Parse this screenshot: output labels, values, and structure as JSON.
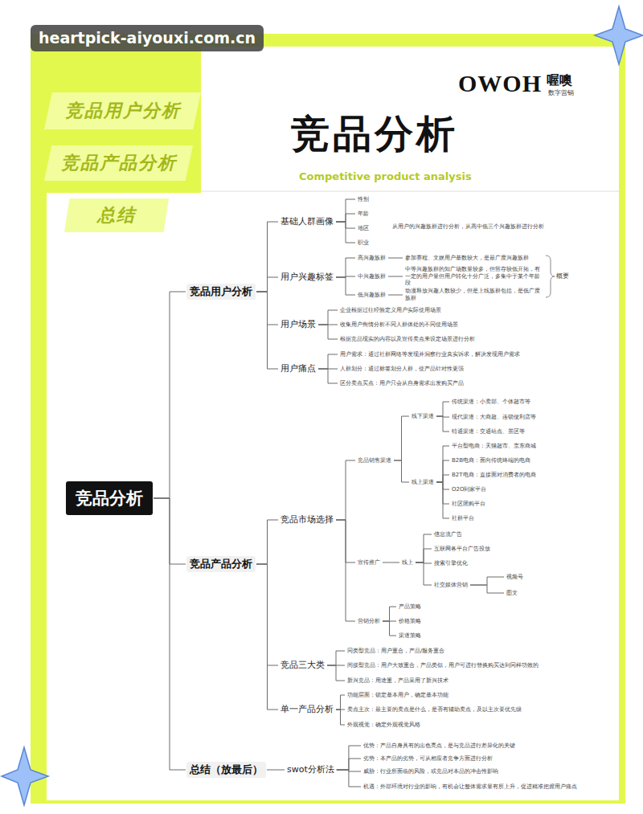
{
  "diagram": {
    "title": "竞品分析",
    "nodes": [
      {
        "text": [
          "竞品用户分析"
        ]
      },
      {
        "text": [
          "竞品产品分析"
        ]
      },
      {
        "text": [
          "总结"
        ]
      },
      {
        "text": [
          "竞品分析"
        ]
      },
      {
        "text": [
          "竞品用户分析"
        ]
      },
      {
        "text": [
          "基础人群画像"
        ]
      },
      {
        "text": [
          "性别"
        ]
      },
      {
        "text": [
          "年龄"
        ]
      },
      {
        "text": [
          "地区"
        ]
      },
      {
        "text": [
          "职业"
        ]
      },
      {
        "text": [
          "用户兴趣标签"
        ]
      },
      {
        "text": [
          "高兴趣族群"
        ]
      },
      {
        "text": [
          "参加赛程、文娱用户基数较大，是最广度兴趣族群"
        ]
      },
      {
        "text": [
          "中兴趣族群"
        ]
      },
      {
        "text": [
          "中等兴趣族群的知广场数量较多，但留存较低开拓，有一定的用户量但用户转化十分广泛，多集中于某个年龄段"
        ]
      },
      {
        "text": [
          "低兴趣族群"
        ]
      },
      {
        "text": [
          "动漫释放兴趣人数较少，但是上线族群包括，是低广度族群"
        ]
      },
      {
        "text": [
          "用户场景"
        ]
      },
      {
        "text": [
          "企业根据过往经验定义用户实际使用场景"
        ]
      },
      {
        "text": [
          "收集用户舆情分析不同人群体处的不同使用场景"
        ]
      },
      {
        "text": [
          "根据竞品现实的内容以及宣传卖点来设定场景进行分析"
        ]
      },
      {
        "text": [
          "用户痛点"
        ]
      },
      {
        "text": [
          "用户需求：通过社群网络等发现并洞察行业真实诉求，解决发现用户需求"
        ]
      },
      {
        "text": [
          "人群划分：通过标签划分人群，使产品针对性更强"
        ]
      },
      {
        "text": [
          "区分卖点买点：用户只会从自身需求出发购买产品"
        ]
      },
      {
        "text": [
          "竞品产品分析"
        ]
      },
      {
        "text": [
          "竞品市场选择"
        ]
      },
      {
        "text": [
          "竞品销售渠道"
        ]
      },
      {
        "text": [
          "线下渠道"
        ]
      },
      {
        "text": [
          "传统渠道：小卖部、个体超市等"
        ]
      },
      {
        "text": [
          "现代渠道：大商超、连锁便利店等"
        ]
      },
      {
        "text": [
          "特通渠道：交通站点、景区等"
        ]
      },
      {
        "text": [
          "线上渠道"
        ]
      },
      {
        "text": [
          "平台型电商：天猫超市、京东商城"
        ]
      },
      {
        "text": [
          "B2B电商：面向传统终端的电商"
        ]
      },
      {
        "text": [
          "B2T电商：直接面对消费者的电商"
        ]
      },
      {
        "text": [
          "O2O到家平台"
        ]
      },
      {
        "text": [
          "社区团购平台"
        ]
      },
      {
        "text": [
          "社群平台"
        ]
      },
      {
        "text": [
          "宣传推广"
        ]
      },
      {
        "text": [
          "线上"
        ]
      },
      {
        "text": [
          "信息流广告"
        ]
      },
      {
        "text": [
          "互联网各平台广告投放"
        ]
      },
      {
        "text": [
          "搜索引擎优化"
        ]
      },
      {
        "text": [
          "社交媒体营销"
        ]
      },
      {
        "text": [
          "视频号"
        ]
      },
      {
        "text": [
          "图文"
        ]
      },
      {
        "text": [
          "营销分析"
        ]
      },
      {
        "text": [
          "产品策略"
        ]
      },
      {
        "text": [
          "价格策略"
        ]
      },
      {
        "text": [
          "渠道策略"
        ]
      },
      {
        "text": [
          "竞品三大类"
        ]
      },
      {
        "text": [
          "同类型竞品：用户重合，产品/服务重合"
        ]
      },
      {
        "text": [
          "间接型竞品：用户大致重合，产品类似，用户可进行替换购买达到同样功效的"
        ]
      },
      {
        "text": [
          "新兴竞品：用途重，产品采用了新兴技术"
        ]
      },
      {
        "text": [
          "单一产品分析"
        ]
      },
      {
        "text": [
          "功能层面：锁定基本用户，确定基本功能"
        ]
      },
      {
        "text": [
          "卖点主次：最主要的卖点是什么，是否有辅助卖点，及以主次要优先级"
        ]
      },
      {
        "text": [
          "外观视觉：确定外观视觉风格"
        ]
      },
      {
        "text": [
          "总结（放最后）"
        ]
      },
      {
        "text": [
          "swot分析法"
        ]
      },
      {
        "text": [
          "优势：产品自身具有的出色亮点，是与竞品进行差异化的关键"
        ]
      },
      {
        "text": [
          "劣势：本产品的劣势，可从相应者竞争方面进行分析"
        ]
      },
      {
        "text": [
          "威胁：行业所面临的风险，或竞品对本品的冲击性影响"
        ]
      },
      {
        "text": [
          "机遇：外部环境对行业的影响，有机会让整体需求量有所上升，促进精准把握用户痛点"
        ]
      }
    ],
    "edges": [
      {
        "from": 3,
        "to": 4,
        "arrow": "none"
      },
      {
        "from": 3,
        "to": 25,
        "arrow": "none"
      },
      {
        "from": 3,
        "to": 59,
        "arrow": "none"
      },
      {
        "from": 4,
        "to": 5,
        "arrow": "none"
      },
      {
        "from": 4,
        "to": 10,
        "arrow": "none"
      },
      {
        "from": 4,
        "to": 17,
        "arrow": "none"
      },
      {
        "from": 4,
        "to": 21,
        "arrow": "none"
      },
      {
        "from": 5,
        "to": 6,
        "arrow": "none"
      },
      {
        "from": 5,
        "to": 7,
        "arrow": "none"
      },
      {
        "from": 5,
        "to": 8,
        "arrow": "none"
      },
      {
        "from": 5,
        "to": 9,
        "arrow": "none"
      },
      {
        "from": 10,
        "to": 11,
        "arrow": "none"
      },
      {
        "from": 10,
        "to": 13,
        "arrow": "none"
      },
      {
        "from": 10,
        "to": 15,
        "arrow": "none"
      },
      {
        "from": 11,
        "to": 12,
        "arrow": "none"
      },
      {
        "from": 13,
        "to": 14,
        "arrow": "none"
      },
      {
        "from": 15,
        "to": 16,
        "arrow": "none"
      },
      {
        "from": 17,
        "to": 18,
        "arrow": "none"
      },
      {
        "from": 17,
        "to": 19,
        "arrow": "none"
      },
      {
        "from": 17,
        "to": 20,
        "arrow": "none"
      },
      {
        "from": 21,
        "to": 22,
        "arrow": "none"
      },
      {
        "from": 21,
        "to": 23,
        "arrow": "none"
      },
      {
        "from": 21,
        "to": 24,
        "arrow": "none"
      },
      {
        "from": 25,
        "to": 26,
        "arrow": "none"
      },
      {
        "from": 25,
        "to": 51,
        "arrow": "none"
      },
      {
        "from": 25,
        "to": 55,
        "arrow": "none"
      },
      {
        "from": 26,
        "to": 27,
        "arrow": "none"
      },
      {
        "from": 26,
        "to": 39,
        "arrow": "none"
      },
      {
        "from": 26,
        "to": 47,
        "arrow": "none"
      },
      {
        "from": 27,
        "to": 28,
        "arrow": "none"
      },
      {
        "from": 27,
        "to": 32,
        "arrow": "none"
      },
      {
        "from": 28,
        "to": 29,
        "arrow": "none"
      },
      {
        "from": 28,
        "to": 30,
        "arrow": "none"
      },
      {
        "from": 28,
        "to": 31,
        "arrow": "none"
      },
      {
        "from": 32,
        "to": 33,
        "arrow": "none"
      },
      {
        "from": 32,
        "to": 34,
        "arrow": "none"
      },
      {
        "from": 32,
        "to": 35,
        "arrow": "none"
      },
      {
        "from": 32,
        "to": 36,
        "arrow": "none"
      },
      {
        "from": 32,
        "to": 37,
        "arrow": "none"
      },
      {
        "from": 32,
        "to": 38,
        "arrow": "none"
      },
      {
        "from": 39,
        "to": 40,
        "arrow": "none"
      },
      {
        "from": 40,
        "to": 41,
        "arrow": "none"
      },
      {
        "from": 40,
        "to": 42,
        "arrow": "none"
      },
      {
        "from": 40,
        "to": 43,
        "arrow": "none"
      },
      {
        "from": 40,
        "to": 44,
        "arrow": "none"
      },
      {
        "from": 44,
        "to": 45,
        "arrow": "none"
      },
      {
        "from": 44,
        "to": 46,
        "arrow": "none"
      },
      {
        "from": 47,
        "to": 48,
        "arrow": "none"
      },
      {
        "from": 47,
        "to": 49,
        "arrow": "none"
      },
      {
        "from": 47,
        "to": 50,
        "arrow": "none"
      },
      {
        "from": 51,
        "to": 52,
        "arrow": "none"
      },
      {
        "from": 51,
        "to": 53,
        "arrow": "none"
      },
      {
        "from": 51,
        "to": 54,
        "arrow": "none"
      },
      {
        "from": 55,
        "to": 56,
        "arrow": "none"
      },
      {
        "from": 55,
        "to": 57,
        "arrow": "none"
      },
      {
        "from": 55,
        "to": 58,
        "arrow": "none"
      },
      {
        "from": 59,
        "to": 60,
        "arrow": "none"
      },
      {
        "from": 60,
        "to": 61,
        "arrow": "none"
      },
      {
        "from": 60,
        "to": 62,
        "arrow": "none"
      },
      {
        "from": 60,
        "to": 63,
        "arrow": "none"
      },
      {
        "from": 60,
        "to": 64,
        "arrow": "none"
      }
    ],
    "labels": [
      "heartpick-aiyouxi.com.cn",
      "OWOH",
      "喔噢",
      "数字营销",
      "Competitive product analysis",
      "从用户的兴趣族群进行分析，从高中低三个兴趣族群进行分析",
      "概要"
    ]
  }
}
